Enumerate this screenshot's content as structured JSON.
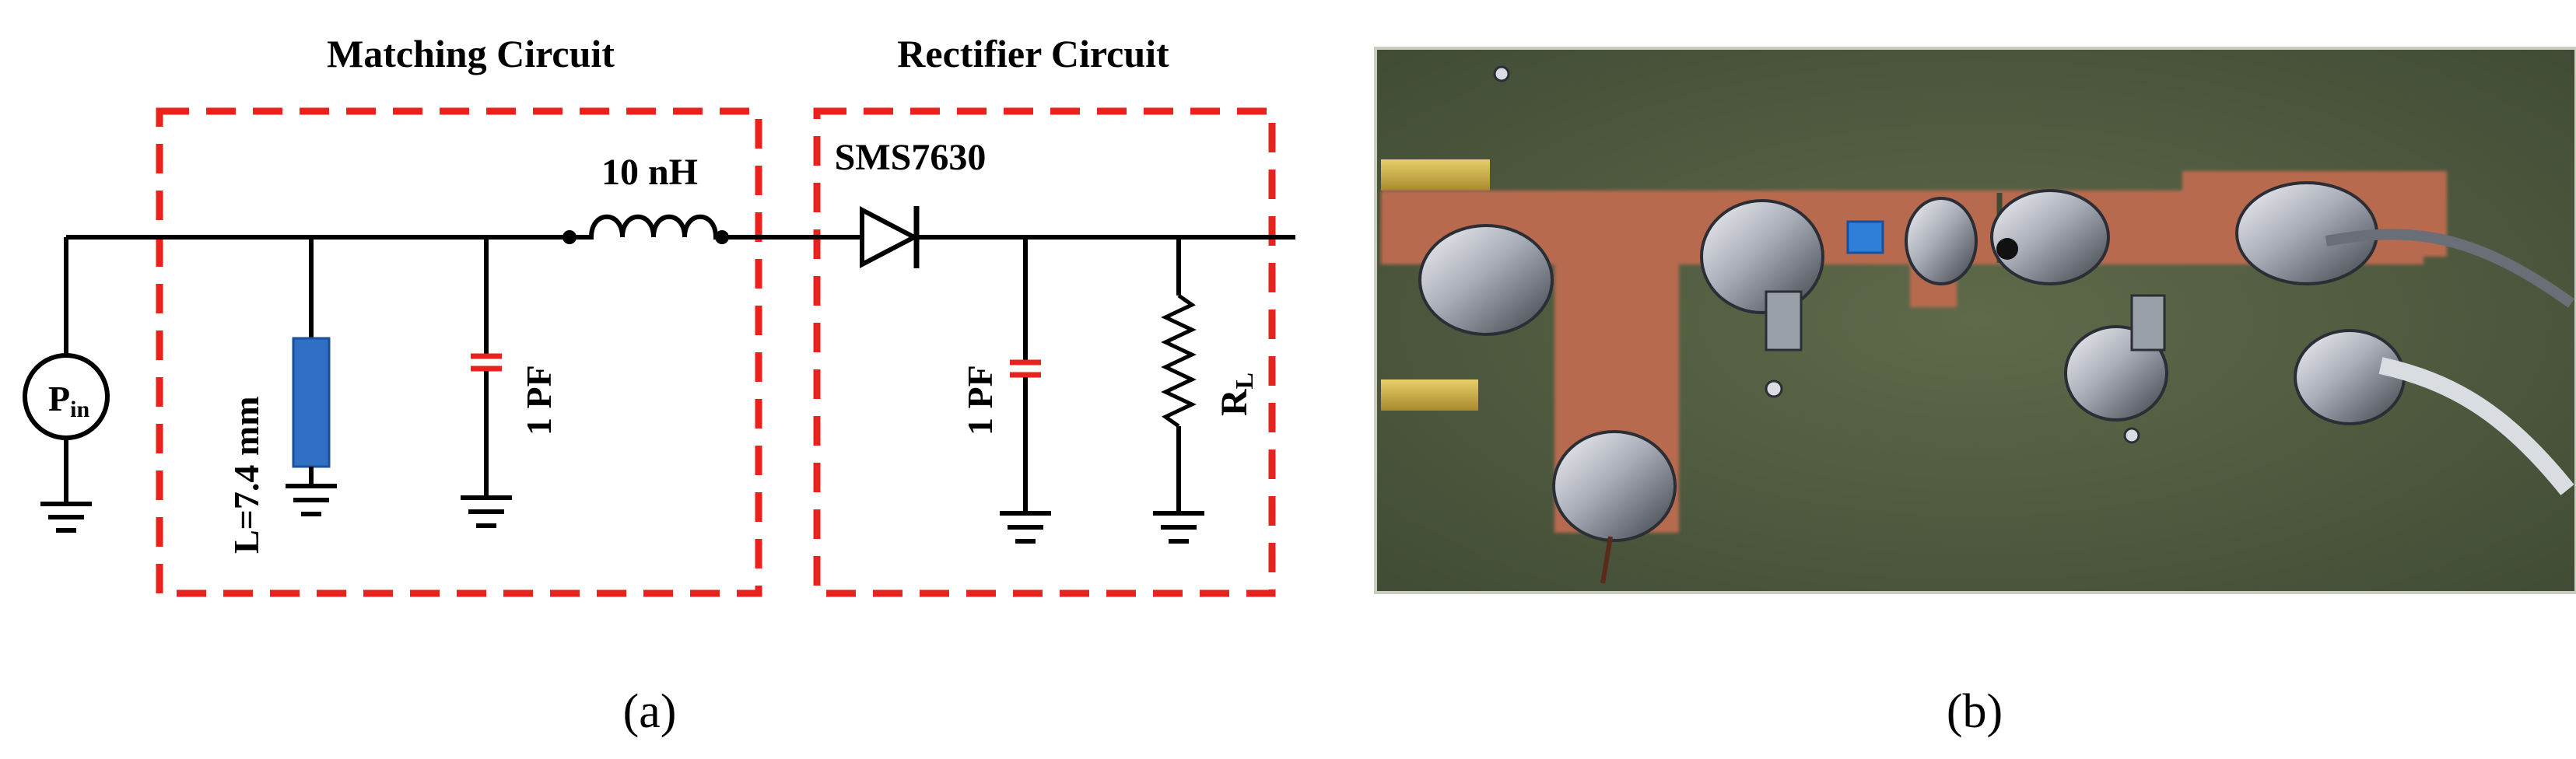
{
  "panel_a": {
    "headings": {
      "matching": "Matching Circuit",
      "rectifier": "Rectifier Circuit"
    },
    "labels": {
      "source_main": "P",
      "source_sub": "in",
      "stub": "L=7.4 mm",
      "cap1": "1 PF",
      "inductor": "10 nH",
      "diode": "SMS7630",
      "cap2": "1 PF",
      "load_main": "R",
      "load_sub": "L"
    },
    "caption": "(a)"
  },
  "panel_b": {
    "caption": "(b)"
  },
  "colors": {
    "box_outline": "#e8231e",
    "stub_fill": "#2f6fc4",
    "capacitor_plates": "#e8231e",
    "wire": "#000000",
    "pcb_substrate": "#5a6446",
    "copper": "#b86a4f",
    "solder": "#c9ccd4"
  },
  "icons": [
    "power-source-icon",
    "ground-icon",
    "capacitor-icon",
    "inductor-icon",
    "diode-icon",
    "resistor-icon",
    "microstrip-stub-icon"
  ]
}
